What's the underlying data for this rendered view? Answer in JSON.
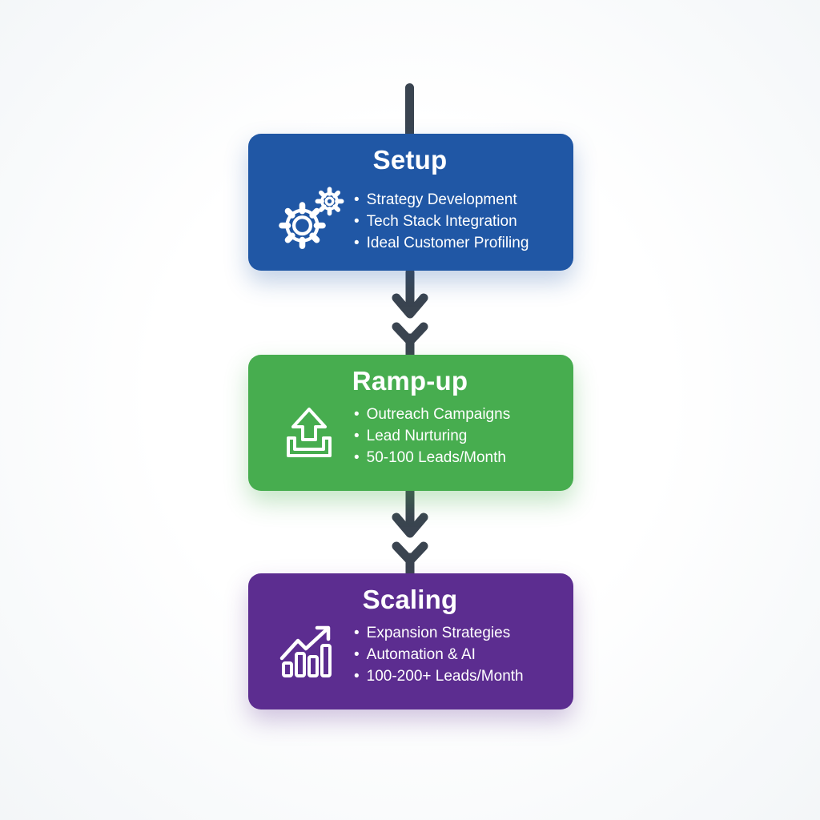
{
  "diagram": {
    "background_color": "#fbfdfe",
    "arrow_color": "#3a4450",
    "bullet_char": "•",
    "stages": [
      {
        "title": "Setup",
        "icon": "gears-icon",
        "color": "#2057a5",
        "bullets": [
          "Strategy Development",
          "Tech Stack Integration",
          "Ideal Customer Profiling"
        ]
      },
      {
        "title": "Ramp-up",
        "icon": "upload-icon",
        "color": "#47ad4f",
        "bullets": [
          "Outreach Campaigns",
          "Lead Nurturing",
          "50-100 Leads/Month"
        ]
      },
      {
        "title": "Scaling",
        "icon": "growth-chart-icon",
        "color": "#5c2d90",
        "bullets": [
          "Expansion Strategies",
          "Automation & AI",
          "100-200+ Leads/Month"
        ]
      }
    ]
  }
}
